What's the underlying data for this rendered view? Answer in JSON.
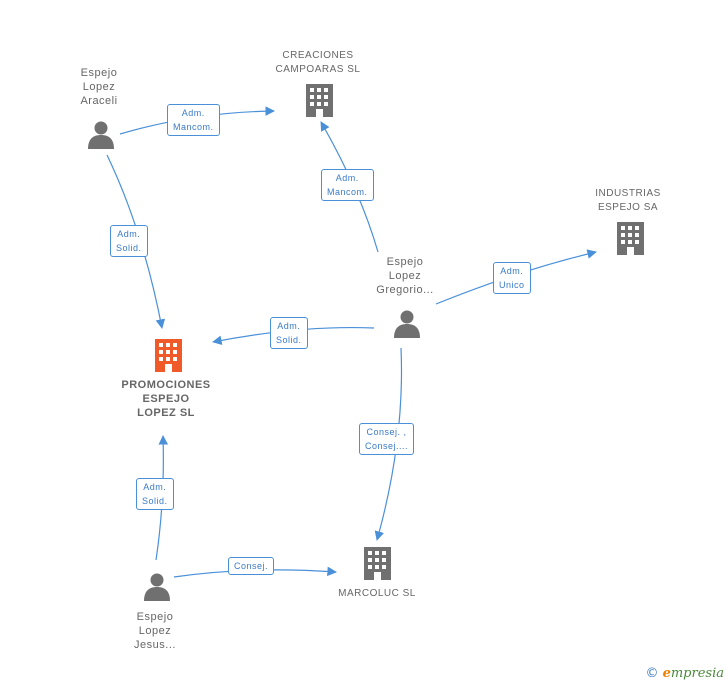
{
  "nodes": {
    "espejo_lopez_araceli": {
      "lines": [
        "Espejo",
        "Lopez",
        "Araceli"
      ],
      "icon": "person-icon"
    },
    "creaciones_campoaras": {
      "lines": [
        "CREACIONES",
        "CAMPOARAS SL"
      ],
      "icon": "building-icon"
    },
    "industrias_espejo": {
      "lines": [
        "INDUSTRIAS",
        "ESPEJO SA"
      ],
      "icon": "building-icon"
    },
    "espejo_lopez_gregorio": {
      "lines": [
        "Espejo",
        "Lopez",
        "Gregorio..."
      ],
      "icon": "person-icon"
    },
    "promociones_espejo": {
      "lines": [
        "PROMOCIONES",
        "ESPEJO",
        "LOPEZ SL"
      ],
      "icon": "building-icon",
      "color": "#f05a28"
    },
    "marcoluc": {
      "lines": [
        "MARCOLUC SL"
      ],
      "icon": "building-icon"
    },
    "espejo_lopez_jesus": {
      "lines": [
        "Espejo",
        "Lopez",
        "Jesus..."
      ],
      "icon": "person-icon"
    }
  },
  "edges": {
    "araceli_creaciones": [
      "Adm.",
      "Mancom."
    ],
    "araceli_promociones": [
      "Adm.",
      "Solid."
    ],
    "gregorio_creaciones": [
      "Adm.",
      "Mancom."
    ],
    "gregorio_industrias": [
      "Adm.",
      "Unico"
    ],
    "gregorio_promociones": [
      "Adm.",
      "Solid."
    ],
    "gregorio_marcoluc": [
      "Consej. ,",
      "Consej...."
    ],
    "jesus_promociones": [
      "Adm.",
      "Solid."
    ],
    "jesus_marcoluc": [
      "Consej."
    ]
  },
  "colors": {
    "edge": "#4a90d9",
    "icon": "#707070",
    "highlight": "#f05a28"
  },
  "footer": {
    "copyright": "©",
    "brand_e": "e",
    "brand_rest": "mpresia"
  }
}
